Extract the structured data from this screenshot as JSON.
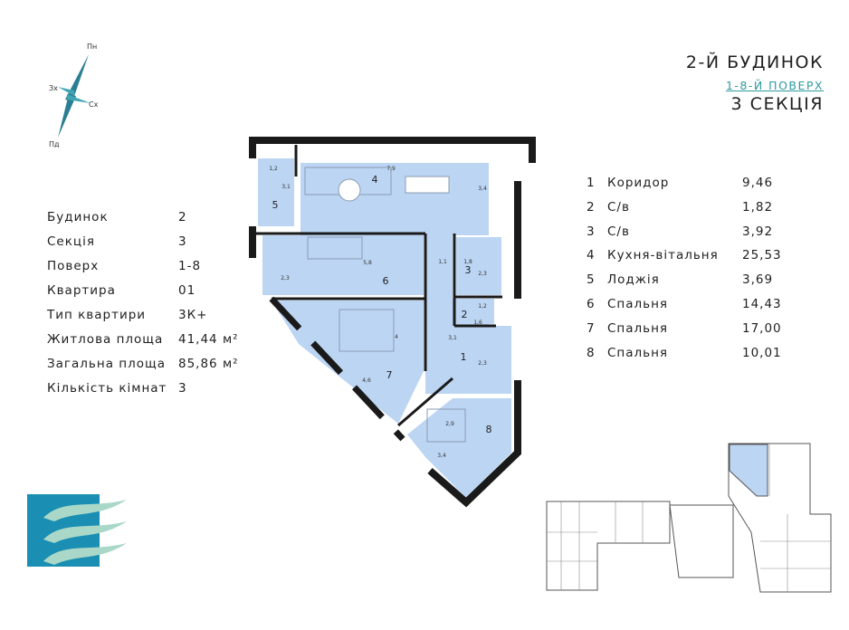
{
  "header": {
    "building": "2-Й БУДИНОК",
    "floors": "1-8-Й ПОВЕРХ",
    "section": "3 СЕКЦІЯ"
  },
  "compass": {
    "north": "Пн",
    "south": "Пд",
    "east": "Сх",
    "west": "Зх"
  },
  "info": [
    {
      "label": "Будинок",
      "value": "2"
    },
    {
      "label": "Секція",
      "value": "3"
    },
    {
      "label": "Поверх",
      "value": "1-8"
    },
    {
      "label": "Квартира",
      "value": "01"
    },
    {
      "label": "Тип квартири",
      "value": "3К+"
    },
    {
      "label": "Житлова площа",
      "value": "41,44 м²"
    },
    {
      "label": "Загальна площа",
      "value": "85,86 м²"
    },
    {
      "label": "Кількість кімнат",
      "value": "3"
    }
  ],
  "rooms": [
    {
      "num": "1",
      "name": "Коридор",
      "area": "9,46"
    },
    {
      "num": "2",
      "name": "С/в",
      "area": "1,82"
    },
    {
      "num": "3",
      "name": "С/в",
      "area": "3,92"
    },
    {
      "num": "4",
      "name": "Кухня-вітальня",
      "area": "25,53"
    },
    {
      "num": "5",
      "name": "Лоджія",
      "area": "3,69"
    },
    {
      "num": "6",
      "name": "Спальня",
      "area": "14,43"
    },
    {
      "num": "7",
      "name": "Спальня",
      "area": "17,00"
    },
    {
      "num": "8",
      "name": "Спальня",
      "area": "10,01"
    }
  ],
  "plan": {
    "room_numbers": [
      "1",
      "2",
      "3",
      "4",
      "5",
      "6",
      "7",
      "8"
    ],
    "dimensions": [
      "1,2",
      "3,1",
      "7,9",
      "3,4",
      "5,8",
      "2,3",
      "1,1",
      "1,8",
      "2,3",
      "1,2",
      "1,6",
      "4",
      "3,1",
      "2,3",
      "4,6",
      "2,9",
      "3,4"
    ]
  },
  "colors": {
    "room_fill": "#bcd5f3",
    "wall": "#1a1a1a",
    "accent": "#2f9a9f",
    "logo_blue": "#1a8fb3",
    "logo_wave": "#a9d8c8"
  }
}
